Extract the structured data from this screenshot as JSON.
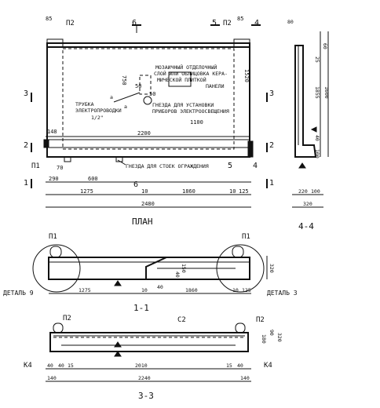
{
  "plan": {
    "title": "ПЛАН",
    "section_tags": {
      "s6": "6",
      "s5": "5",
      "s4": "4",
      "s3": "3",
      "s2": "2",
      "s1": "1"
    },
    "parts": {
      "p2": "П2",
      "p1": "П1"
    },
    "dims": {
      "d85_left": "85",
      "d85_right": "85",
      "d750": "750",
      "d1520": "1520",
      "d50a": "50",
      "d50b": "50",
      "d2200": "2200",
      "d1100": "1100",
      "d148": "148",
      "d70": "70",
      "d290": "290",
      "d600": "600",
      "d1275": "1275",
      "d10_a": "10",
      "d1860": "1860",
      "d10_b": "10",
      "d125": "125",
      "d2480": "2480"
    },
    "labels": {
      "niche_line1": "МОЗАИЧНЫЙ ОТДЕЛОЧНЫЙ",
      "niche_line2": "СЛОЙ ИЛИ ОБЛИЦОВКА КЕРА-",
      "niche_line3": "МИЧЕСКОЙ ПЛИТКОЙ",
      "niche_line4": "ПАНЕЛИ",
      "tube_line1": "ТРУБКА",
      "tube_line2": "ЭЛЕКТРОПРОВОДКИ",
      "tube_line3": "1/2\"",
      "socket_line1": "ГНЕЗДА ДЛЯ УСТАНОВКИ",
      "socket_line2": "ПРИБОРОВ ЭЛЕКТРООСВЕЩЕНИЯ",
      "fence_socket": "ГНЕЗДА ДЛЯ СТОЕК ОГРАЖДЕНИЯ",
      "a_mark1": "а",
      "a_mark2": "а"
    }
  },
  "section44": {
    "title": "4-4",
    "dims": {
      "d80": "80",
      "d60": "60",
      "d25": "25",
      "d1855": "1855",
      "d1600": "1600",
      "d40": "40",
      "d100": "100",
      "d220": "220",
      "d100b": "100",
      "d320": "320"
    }
  },
  "section11": {
    "title": "1-1",
    "parts": {
      "p1_left": "П1",
      "p1_right": "П1"
    },
    "detail_left": "ДЕТАЛЬ 9",
    "detail_right": "ДЕТАЛЬ 3",
    "dims": {
      "d1275": "1275",
      "d10a": "10",
      "d1860": "1860",
      "d10b": "10",
      "d125": "125",
      "d150": "150",
      "d40": "40",
      "d40b": "40",
      "d320": "320"
    }
  },
  "section33": {
    "title": "3-3",
    "parts": {
      "p2_left": "П2",
      "p2_right": "П2",
      "c2": "С2",
      "k4_left": "К4",
      "k4_right": "К4"
    },
    "dims": {
      "d40a": "40",
      "d40b": "40",
      "d15": "15",
      "d2010": "2010",
      "d15b": "15",
      "d40c": "40",
      "d140a": "140",
      "d2240": "2240",
      "d140b": "140",
      "d180": "180",
      "d90": "90",
      "d320": "320"
    }
  }
}
